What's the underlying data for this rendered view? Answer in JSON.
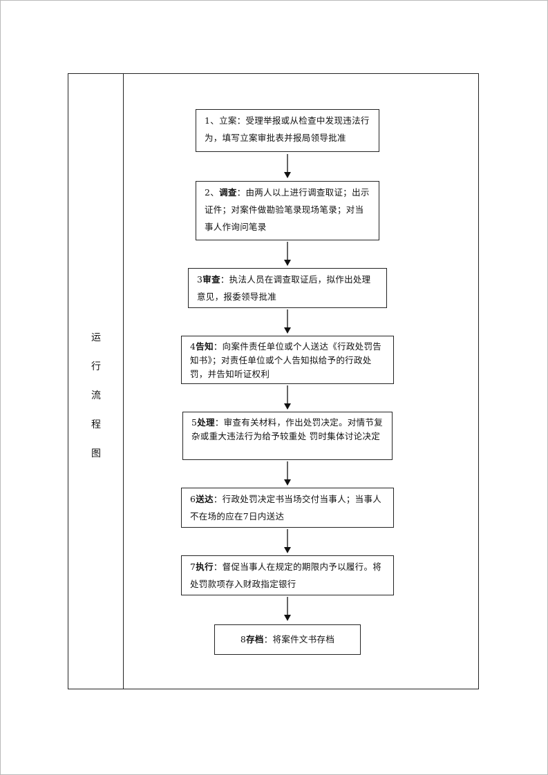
{
  "side_label": [
    "运",
    "行",
    "流",
    "程",
    "图"
  ],
  "steps": [
    {
      "num": "1、",
      "title": "立案",
      "text": "：受理举报或从检查中发现违法行为，填写立案审批表并报局领导批准"
    },
    {
      "num": "2、",
      "title": "调查",
      "text": "：由两人以上进行调查取证；出示证件；对案件做勘验笔录现场笔录；对当事人作询问笔录"
    },
    {
      "num": "3",
      "title": "审查",
      "text": "：执法人员在调查取证后，拟作出处理意见，报委领导批准"
    },
    {
      "num": "4",
      "title": "告知",
      "text": "：向案件责任单位或个人送达《行政处罚告知书》；对责任单位或个人告知拟给予的行政处罚，并告知听证权利"
    },
    {
      "num": "5",
      "title": "处理",
      "text": "：审查有关材料，作出处罚决定。对情节复杂或重大违法行为给予较重处 罚时集体讨论决定"
    },
    {
      "num": "6",
      "title": "送达",
      "text": "：行政处罚决定书当场交付当事人；当事人不在场的应在7日内送达"
    },
    {
      "num": "7",
      "title": "执行",
      "text": "：督促当事人在规定的期限内予以履行。将处罚款项存入财政指定银行"
    },
    {
      "num": "8",
      "title": "存档",
      "text": "：将案件文书存档"
    }
  ]
}
